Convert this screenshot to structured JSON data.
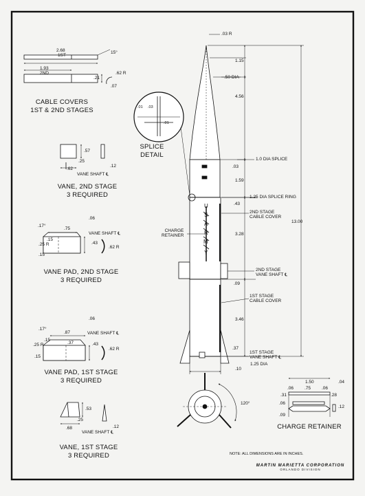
{
  "captions": {
    "cable_covers": [
      "CABLE COVERS",
      "1ST & 2ND STAGES"
    ],
    "splice_detail": [
      "SPLICE",
      "DETAIL"
    ],
    "vane_2nd": [
      "VANE, 2ND STAGE",
      "3 REQUIRED"
    ],
    "vane_pad_2nd": [
      "VANE PAD, 2ND STAGE",
      "3 REQUIRED"
    ],
    "vane_pad_1st": [
      "VANE PAD, 1ST STAGE",
      "3 REQUIRED"
    ],
    "vane_1st": [
      "VANE, 1ST STAGE",
      "3 REQUIRED"
    ],
    "charge_retainer": "CHARGE RETAINER"
  },
  "rocket_labels": {
    "splice_dia": "1.0 DIA SPLICE",
    "splice_ring": "1.25 DIA SPLICE RING",
    "cable_cover_2nd": [
      "2ND STAGE",
      "CABLE COVER"
    ],
    "charge_retainer": [
      "CHARGE",
      "RETAINER"
    ],
    "vane_shaft_2nd": [
      "2ND STAGE",
      "VANE SHAFT ℄"
    ],
    "cable_cover_1st": [
      "1ST STAGE",
      "CABLE COVER"
    ],
    "vane_shaft_1st": [
      "1ST STAGE",
      "VANE SHAFT ℄"
    ],
    "base_dia": "1.25 DIA",
    "nose_dia": ".50 DIA",
    "nose_radius": ".03 R",
    "vertical_letters": [
      "U",
      "S",
      "A",
      "R",
      "M",
      "Y"
    ]
  },
  "rocket_dims": {
    "d115": "1.15",
    "d456": "4.56",
    "d03": ".03",
    "d159": "1.59",
    "d43": ".43",
    "d328": "3.28",
    "d09": ".09",
    "d346": "3.46",
    "d37": ".37",
    "d10": ".10",
    "d1300": "13.00",
    "angle": "120°"
  },
  "cable_cover_dims": {
    "d268": "2.68",
    "d1st": "1ST",
    "d193": "1.93",
    "d2nd": "2ND",
    "d15deg": "15°",
    "d62r": ".62 R",
    "d21": ".21",
    "d07": ".07"
  },
  "splice_dims": {
    "d01a": ".01",
    "d03": ".03",
    "d01b": ".01"
  },
  "vane2_dims": {
    "d57": ".57",
    "d25": ".25",
    "d62": ".62",
    "d12": ".12",
    "shaft": "VANE SHAFT ℄"
  },
  "pad2_dims": {
    "d17deg": ".17°",
    "d75": ".75",
    "d06": ".06",
    "d15": ".15",
    "d25r": ".25 R",
    "d43": ".43",
    "d62r": ".62 R",
    "d15b": ".15",
    "shaft": "VANE SHAFT ℄"
  },
  "pad1_dims": {
    "d17deg": ".17°",
    "d06": ".06",
    "d87": ".87",
    "d15": ".15",
    "d37": ".37",
    "d25r": ".25 R",
    "d43": ".43",
    "d62r": ".62 R",
    "d15b": ".15",
    "shaft": "VANE SHAFT ℄"
  },
  "vane1_dims": {
    "d53": ".53",
    "d25": ".25",
    "d68": ".68",
    "d12": ".12",
    "shaft": "VANE SHAFT ℄"
  },
  "retainer_dims": {
    "d150": "1.50",
    "d04": ".04",
    "d31": ".31",
    "d06a": ".06",
    "d75": ".75",
    "d06b": ".06",
    "d28": ".28",
    "d06c": ".06",
    "d09": ".09",
    "d12": ".12"
  },
  "note": "NOTE: ALL DIMENSIONS ARE IN INCHES.",
  "title_block": {
    "company": "MARTIN MARIETTA CORPORATION",
    "division": "ORLANDO DIVISION"
  }
}
